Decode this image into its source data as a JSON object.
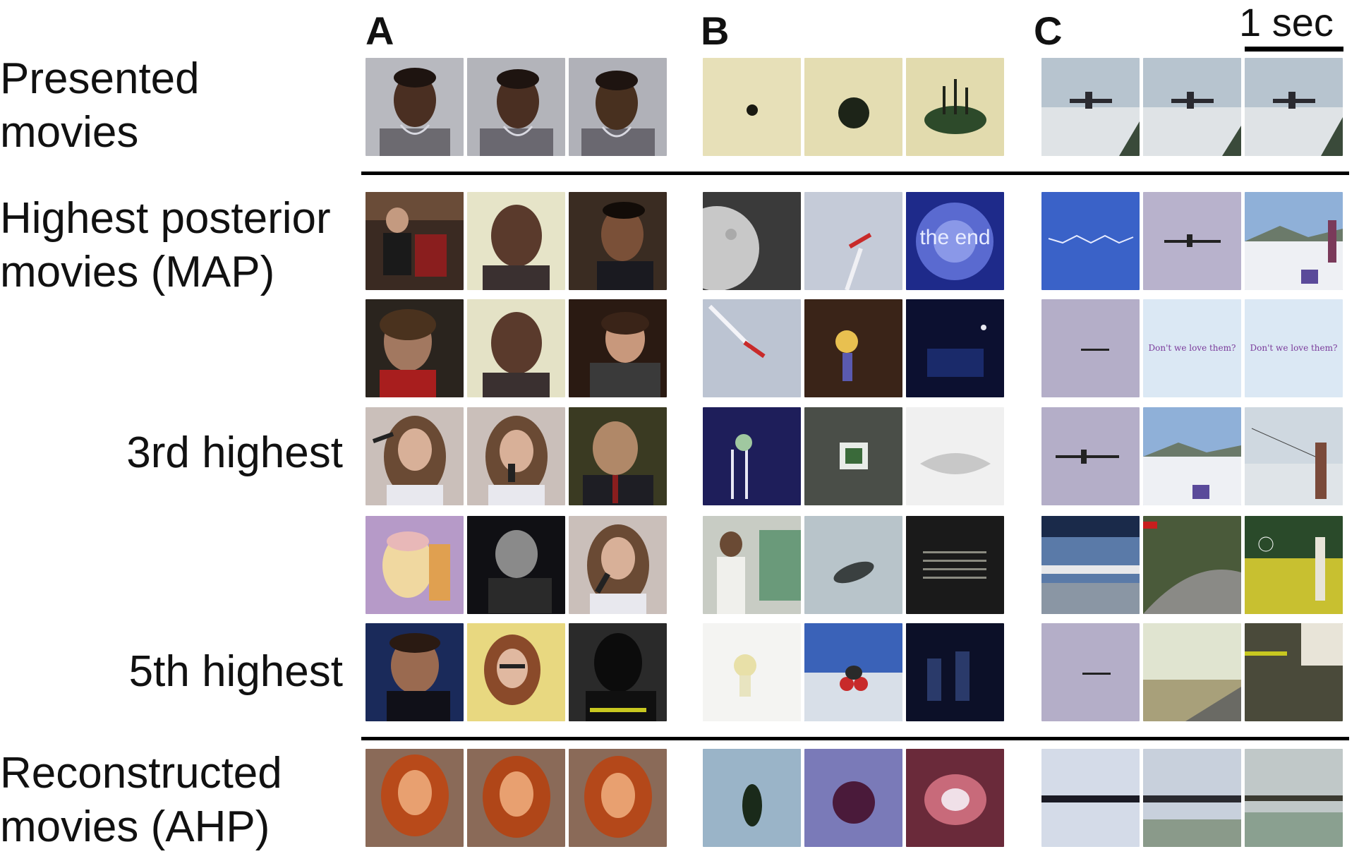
{
  "columns": {
    "a": "A",
    "b": "B",
    "c": "C"
  },
  "scale": {
    "label": "1 sec"
  },
  "rows": {
    "presented": {
      "line1": "Presented",
      "line2": "movies"
    },
    "map": {
      "line1": "Highest posterior",
      "line2": "movies (MAP)"
    },
    "third": "3rd highest",
    "fifth": "5th highest",
    "reconstructed": {
      "line1": "Reconstructed",
      "line2": "movies (AHP)"
    }
  },
  "frame_text": {
    "the_end": "the end",
    "dont_love_1": "Don't we love them?",
    "dont_love_2": "Don't we love them?"
  },
  "colors": {
    "rule": "#000000",
    "text": "#111111"
  }
}
